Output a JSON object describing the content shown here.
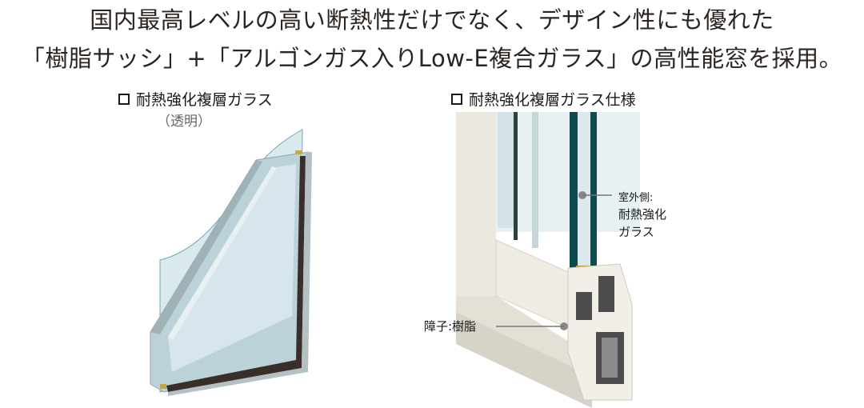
{
  "headline": {
    "line1": "国内最高レベルの高い断熱性だけでなく、デザイン性にも優れた",
    "line2": "「樹脂サッシ」+「アルゴンガス入りLow-E複合ガラス」の高性能窓を採用。"
  },
  "left_figure": {
    "caption": "耐熱強化複層ガラス",
    "subcaption": "（透明）",
    "illustration": "double-glazed-glass-pane"
  },
  "right_figure": {
    "caption": "耐熱強化複層ガラス仕様",
    "illustration": "resin-sash-window-cross-section",
    "callouts": {
      "outdoor_title": "室外側:",
      "outdoor_line1": "耐熱強化",
      "outdoor_line2": "ガラス",
      "frame": "障子:樹脂"
    }
  },
  "colors": {
    "text": "#2b2522",
    "glass": "#cfe2e8",
    "glass_edge": "#a9bcc2",
    "spacer": "#3a2e2b",
    "frame": "#ece8df",
    "glass_section": "#0f4a4f"
  }
}
